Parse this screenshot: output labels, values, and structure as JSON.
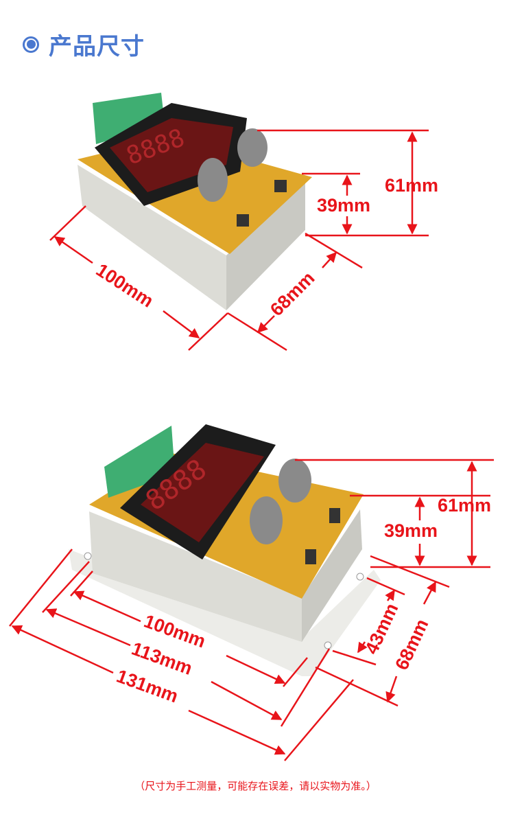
{
  "header": {
    "title": "产品尺寸",
    "bullet_icon": "circle-bullet-icon"
  },
  "top_view": {
    "height_total": "61mm",
    "height_body": "39mm",
    "length": "100mm",
    "width": "68mm",
    "display_digits": "8888"
  },
  "bottom_view": {
    "height_total": "61mm",
    "height_body": "39mm",
    "length_body": "100mm",
    "length_hole": "113mm",
    "length_total": "131mm",
    "width_hole": "43mm",
    "width_total": "68mm",
    "display_digits": "8888"
  },
  "note": "（尺寸为手工测量，可能存在误差，请以实物为准。）",
  "colors": {
    "accent": "#4a78cf",
    "dimension": "#e8141a",
    "pcb": "#e0a72a",
    "housing": "#e6e6e2",
    "terminal": "#3fae72"
  }
}
